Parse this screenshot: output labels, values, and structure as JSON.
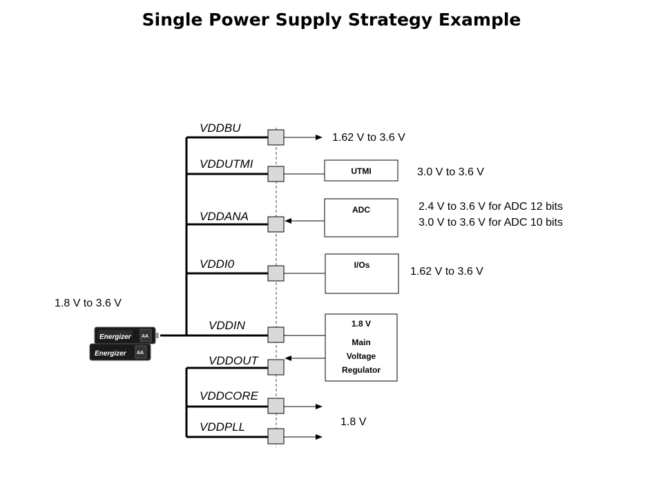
{
  "title": "Single Power Supply Strategy Example",
  "supply": {
    "label": "1.8 V to 3.6 V",
    "battery_brand": "Energizer",
    "battery_size": "AA"
  },
  "pins": [
    {
      "name": "VDDBU"
    },
    {
      "name": "VDDUTMI"
    },
    {
      "name": "VDDANA"
    },
    {
      "name": "VDDI0"
    },
    {
      "name": "VDDIN"
    },
    {
      "name": "VDDOUT"
    },
    {
      "name": "VDDCORE"
    },
    {
      "name": "VDDPLL"
    }
  ],
  "blocks": [
    {
      "lines": [
        "UTMI"
      ]
    },
    {
      "lines": [
        "ADC"
      ]
    },
    {
      "lines": [
        "I/Os"
      ]
    },
    {
      "lines": [
        "1.8 V",
        "Main",
        "Voltage",
        "Regulator"
      ]
    }
  ],
  "ranges": [
    {
      "text": "1.62 V to 3.6 V"
    },
    {
      "text": "3.0 V to 3.6 V"
    },
    {
      "text": "2.4 V to 3.6 V for ADC 12 bits"
    },
    {
      "text": "3.0 V to 3.6 V for ADC 10 bits"
    },
    {
      "text": "1.62 V to 3.6 V"
    },
    {
      "text": "1.8 V"
    }
  ]
}
